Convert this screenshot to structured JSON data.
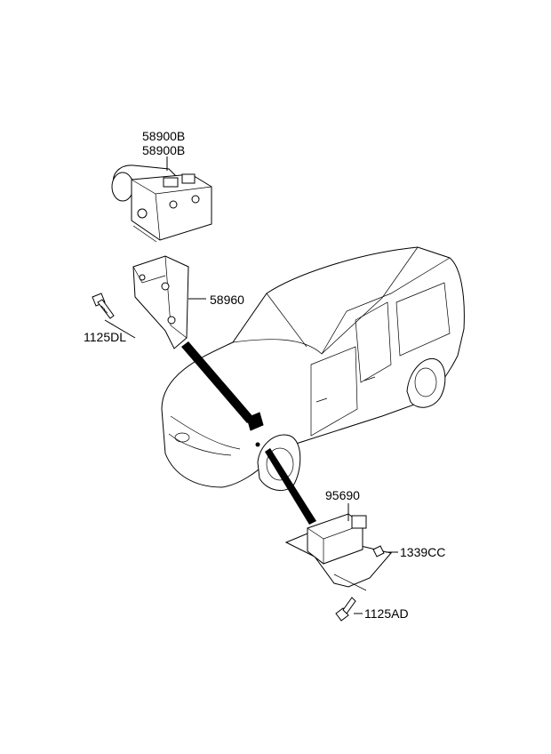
{
  "callouts": {
    "abs_module_1": "58900B",
    "abs_module_2": "58900B",
    "bracket": "58960",
    "bolt_bracket": "1125DL",
    "sensor": "95690",
    "nut": "1339CC",
    "bolt_sensor": "1125AD"
  },
  "colors": {
    "line": "#000000",
    "background": "#ffffff"
  }
}
